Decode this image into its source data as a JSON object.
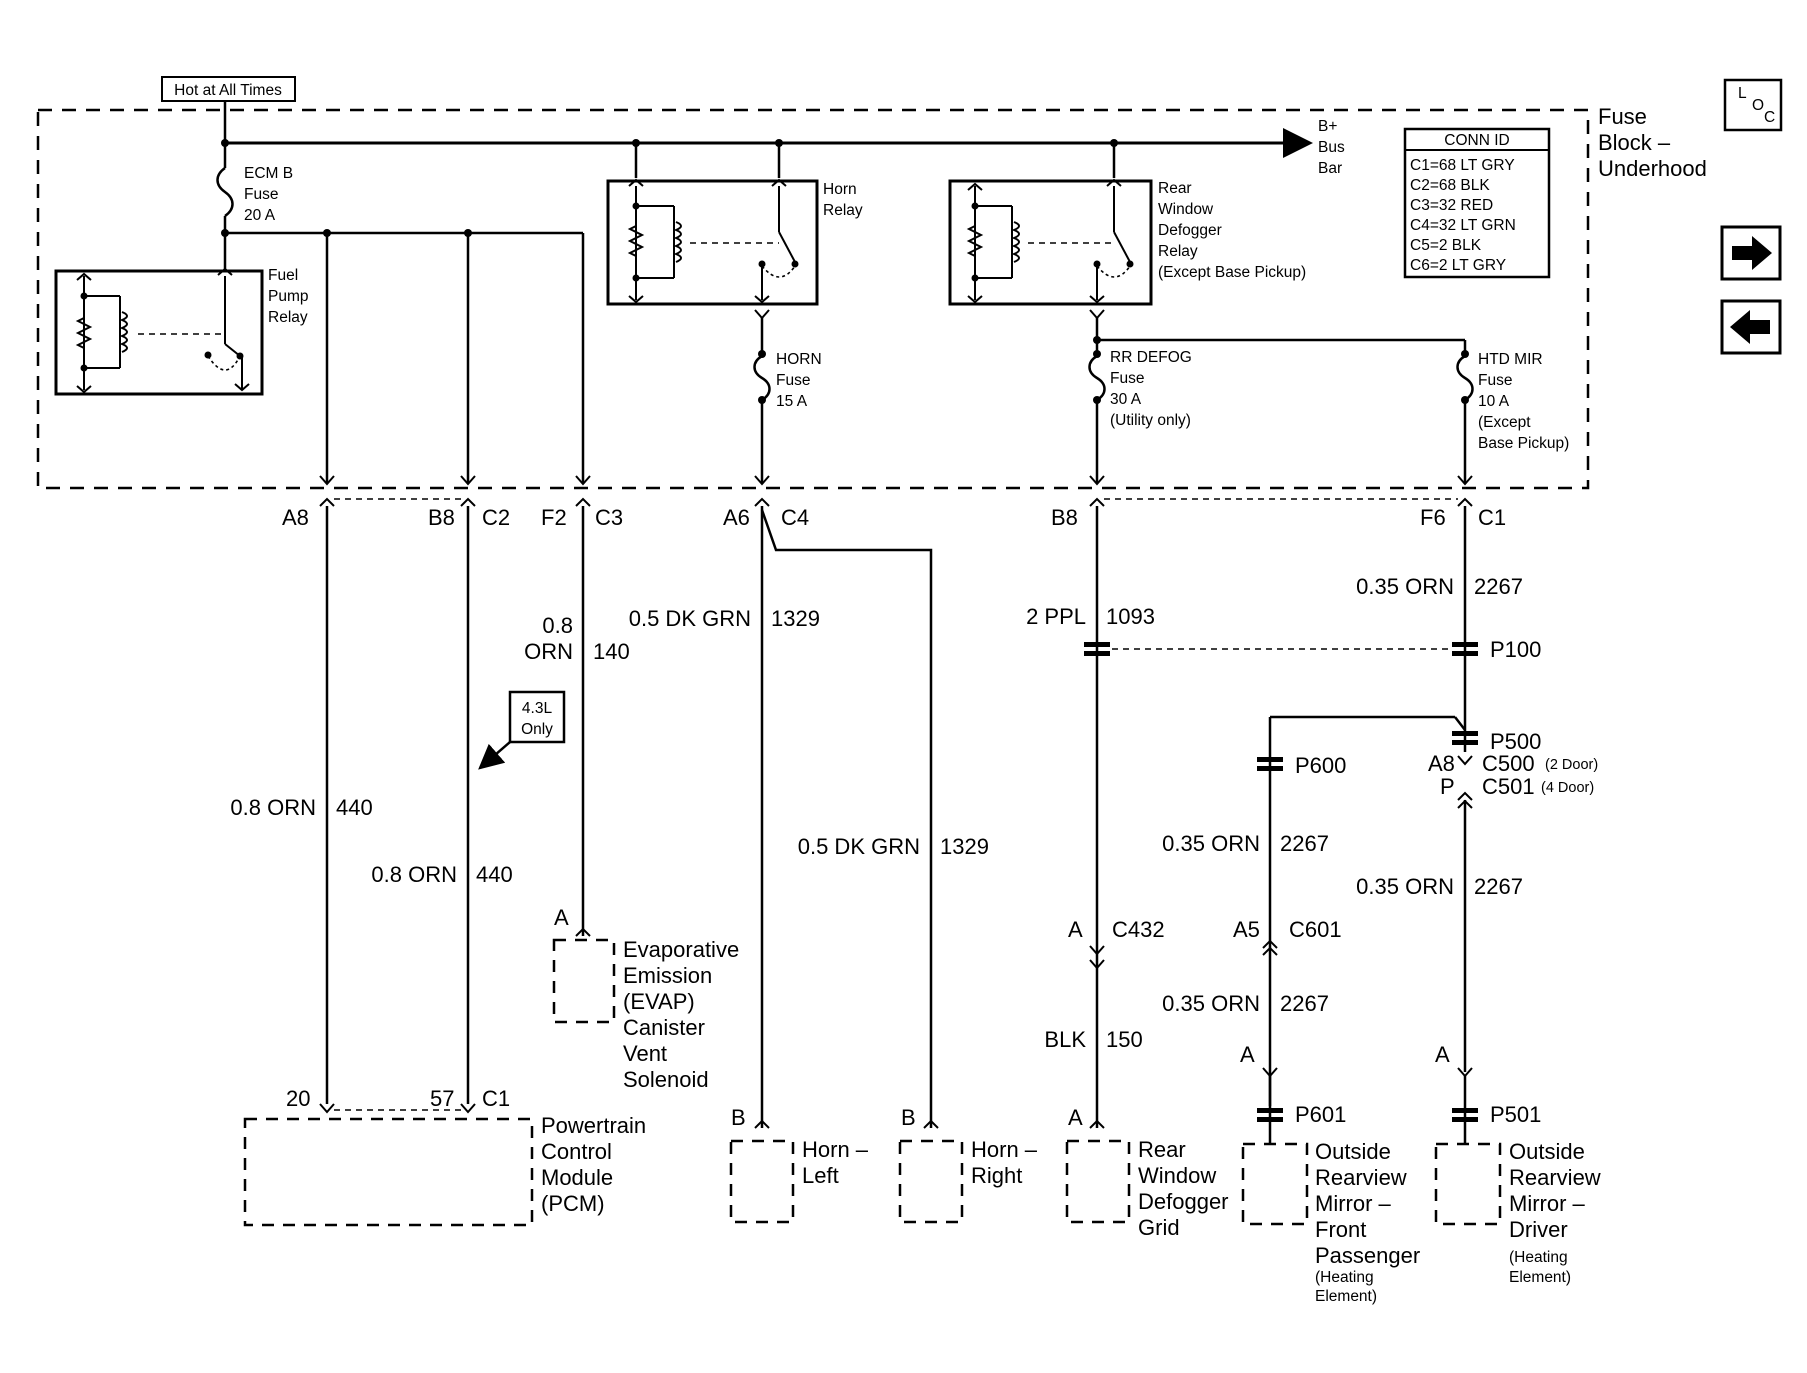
{
  "top": {
    "hot_at_all_times": "Hot at All Times",
    "fuse_block": [
      "Fuse",
      "Block –",
      "Underhood"
    ],
    "bus_bar": [
      "B+",
      "Bus",
      "Bar"
    ],
    "loc": [
      "L",
      "O",
      "C"
    ]
  },
  "conn_id": {
    "title": "CONN ID",
    "rows": [
      "C1=68 LT GRY",
      "C2=68 BLK",
      "C3=32 RED",
      "C4=32 LT GRN",
      "C5=2 BLK",
      "C6=2 LT GRY"
    ]
  },
  "fuses": {
    "ecm_b": [
      "ECM B",
      "Fuse",
      "20 A"
    ],
    "horn": [
      "HORN",
      "Fuse",
      "15 A"
    ],
    "rr_defog": [
      "RR DEFOG",
      "Fuse",
      "30 A",
      "(Utility only)"
    ],
    "htd_mir": [
      "HTD MIR",
      "Fuse",
      "10 A",
      "(Except",
      "Base Pickup)"
    ]
  },
  "relays": {
    "fuel_pump": [
      "Fuel",
      "Pump",
      "Relay"
    ],
    "horn": [
      "Horn",
      "Relay"
    ],
    "rear_window": [
      "Rear",
      "Window",
      "Defogger",
      "Relay",
      "(Except Base Pickup)"
    ]
  },
  "connectors": {
    "a8": "A8",
    "b8": "B8",
    "c2": "C2",
    "f2": "F2",
    "c3": "C3",
    "a6": "A6",
    "c4": "C4",
    "b8_2": "B8",
    "f6": "F6",
    "c1": "C1",
    "p100": "P100",
    "p500": "P500",
    "p600": "P600",
    "a8_c500": "A8",
    "c500": "C500",
    "c500_note": "(2 Door)",
    "p_c501": "P",
    "c501": "C501",
    "c501_note": "(4 Door)",
    "a_c432": "A",
    "c432": "C432",
    "a5": "A5",
    "c601": "C601",
    "a_p601": "A",
    "p601": "P601",
    "a_p501": "A",
    "p501": "P501",
    "a_evap": "A",
    "pin20": "20",
    "pin57": "57",
    "c1_pcm": "C1",
    "b_horn_left": "B",
    "b_horn_right": "B",
    "a_rear_grid": "A"
  },
  "wires": {
    "w440_left": [
      "0.8 ORN",
      "440"
    ],
    "w440_right": [
      "0.8 ORN",
      "440"
    ],
    "w140": [
      "0.8",
      "ORN",
      "140"
    ],
    "w1329_top": [
      "0.5 DK GRN",
      "1329"
    ],
    "w1329_mid": [
      "0.5 DK GRN",
      "1329"
    ],
    "w1093": [
      "2 PPL",
      "1093"
    ],
    "w2267_a": [
      "0.35 ORN",
      "2267"
    ],
    "w2267_b": [
      "0.35 ORN",
      "2267"
    ],
    "w2267_c": [
      "0.35 ORN",
      "2267"
    ],
    "w2267_d": [
      "0.35 ORN",
      "2267"
    ],
    "w150": [
      "BLK",
      "150"
    ]
  },
  "notes": {
    "only_43l": [
      "4.3L",
      "Only"
    ]
  },
  "components": {
    "evap": [
      "Evaporative",
      "Emission",
      "(EVAP)",
      "Canister",
      "Vent",
      "Solenoid"
    ],
    "pcm": [
      "Powertrain",
      "Control",
      "Module",
      "(PCM)"
    ],
    "horn_left": [
      "Horn –",
      "Left"
    ],
    "horn_right": [
      "Horn –",
      "Right"
    ],
    "rear_grid": [
      "Rear",
      "Window",
      "Defogger",
      "Grid"
    ],
    "mirror_passenger": [
      "Outside",
      "Rearview",
      "Mirror –",
      "Front",
      "Passenger"
    ],
    "mirror_passenger_note": [
      "(Heating",
      "Element)"
    ],
    "mirror_driver": [
      "Outside",
      "Rearview",
      "Mirror –",
      "Driver"
    ],
    "mirror_driver_note": [
      "(Heating",
      "Element)"
    ]
  }
}
